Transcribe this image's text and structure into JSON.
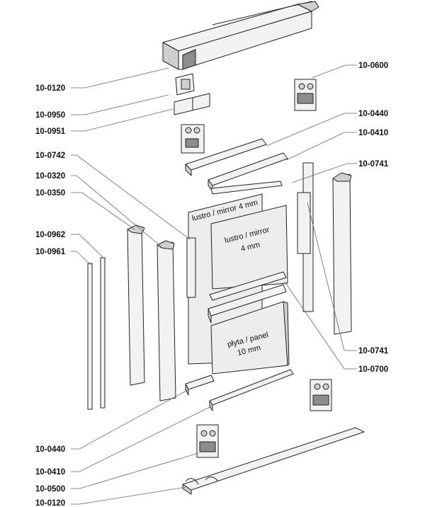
{
  "labels": {
    "l1": "10-0120",
    "l2": "10-0950",
    "l3": "10-0951",
    "l4": "10-0742",
    "l5": "10-0320",
    "l6": "10-0350",
    "l7": "10-0962",
    "l8": "10-0961",
    "l9": "10-0440",
    "l10": "10-0410",
    "l11": "10-0500",
    "l12": "10-0120",
    "r1": "10-0600",
    "r2": "10-0440",
    "r3": "10-0410",
    "r4": "10-0741",
    "r5": "10-0741",
    "r6": "10-0700"
  },
  "panels": {
    "back_mirror": "lustro / mirror 4 mm",
    "mirror_line1": "lustro / mirror",
    "mirror_line2": "4 mm",
    "panel_line1": "płyta / panel",
    "panel_line2": "10 mm"
  },
  "colors": {
    "ink": "#111111",
    "outline": "#222222",
    "leader": "#666666",
    "light_face": "#f2f2f2",
    "mid_face": "#cfcfcf",
    "dark_face": "#8c8c8c"
  }
}
